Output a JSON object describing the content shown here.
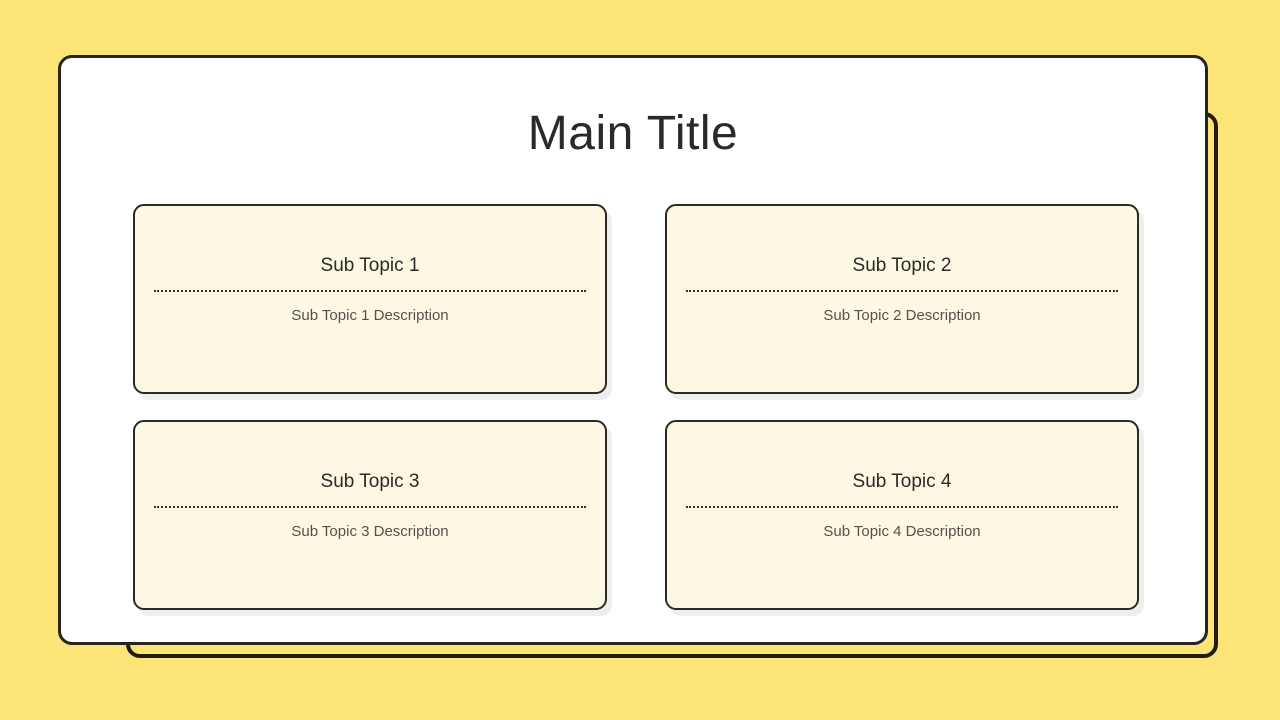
{
  "slide": {
    "background_color": "#FCE477",
    "panel_color": "#FFFFFF",
    "frame_color": "#262520",
    "accent_card_color": "#FDF8E4",
    "title": "Main Title"
  },
  "cards": [
    {
      "title": "Sub Topic 1",
      "description": "Sub Topic 1 Description"
    },
    {
      "title": "Sub Topic 2",
      "description": "Sub Topic 2 Description"
    },
    {
      "title": "Sub Topic 3",
      "description": "Sub Topic 3 Description"
    },
    {
      "title": "Sub Topic 4",
      "description": "Sub Topic 4 Description"
    }
  ]
}
